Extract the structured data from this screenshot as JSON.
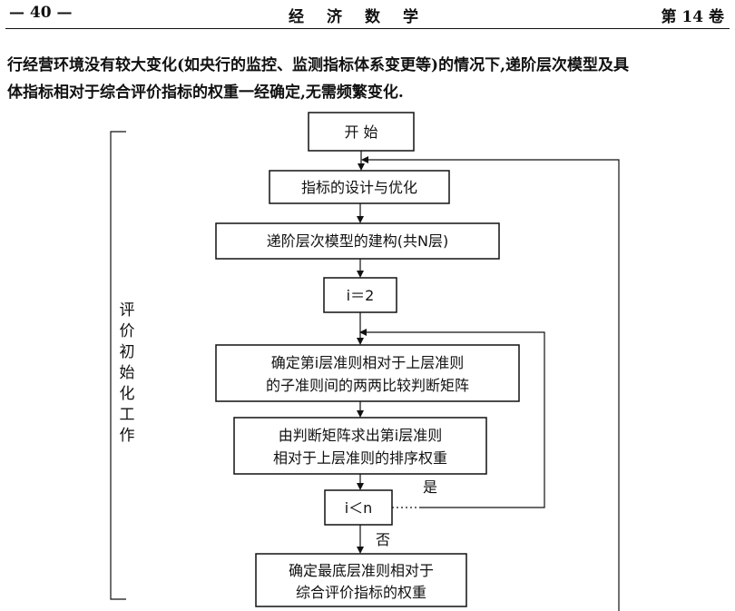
{
  "header": {
    "page_number": "— 40 —",
    "journal": "经济数学",
    "volume": "第 14 卷"
  },
  "paragraph": {
    "line1": "行经营环境没有较大变化(如央行的监控、监测指标体系变更等)的情况下,递阶层次模型及具",
    "line2": "体指标相对于综合评价指标的权重一经确定,无需频繁变化."
  },
  "flowchart": {
    "start": "开    始",
    "design": "指标的设计与优化",
    "hierarchy": "递阶层次模型的建构(共N层)",
    "init_i": "i＝2",
    "judge_matrix": [
      "确定第i层准则相对于上层准则",
      "的子准则间的两两比较判断矩阵"
    ],
    "rank_weight": [
      "由判断矩阵求出第i层准则",
      "相对于上层准则的排序权重"
    ],
    "condition": "i＜n",
    "yes_label": "是",
    "no_label": "否",
    "final": [
      "确定最底层准则相对于",
      "综合评价指标的权重"
    ],
    "side_label": [
      "评",
      "价",
      "初",
      "始",
      "化",
      "工",
      "作"
    ]
  }
}
